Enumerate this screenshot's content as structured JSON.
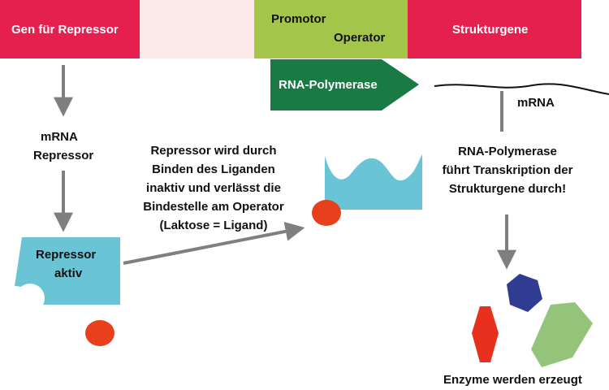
{
  "gene_bar": {
    "repressor_gene": "Gen für Repressor",
    "promotor": "Promotor",
    "operator": "Operator",
    "structural_genes": "Strukturgene"
  },
  "polymerase": {
    "label": "RNA-Polymerase"
  },
  "mrna_strand": {
    "label": "mRNA"
  },
  "left_column": {
    "mrna_line1": "mRNA",
    "mrna_line2": "Repressor",
    "repressor_line1": "Repressor",
    "repressor_line2": "aktiv"
  },
  "middle_text": {
    "line1": "Repressor wird durch",
    "line2": "Binden des Liganden",
    "line3": "inaktiv und verlässt die",
    "line4": "Bindestelle am Operator",
    "line5": "(Laktose = Ligand)"
  },
  "right_text": {
    "line1": "RNA-Polymerase",
    "line2": "führt Transkription der",
    "line3": "Strukturgene durch!"
  },
  "enzymes": {
    "label": "Enzyme werden erzeugt"
  },
  "colors": {
    "gene_red": "#e5204f",
    "gap_pink": "#fbe8e8",
    "promotor_green": "#a3c64a",
    "polymerase_green": "#1a7a44",
    "repressor_blue": "#69c4d6",
    "ligand_red": "#e8401c",
    "arrow_gray": "#7f7f7f",
    "enzyme_navy": "#2f3c91",
    "enzyme_red": "#e8301f",
    "enzyme_green": "#93c47a"
  }
}
